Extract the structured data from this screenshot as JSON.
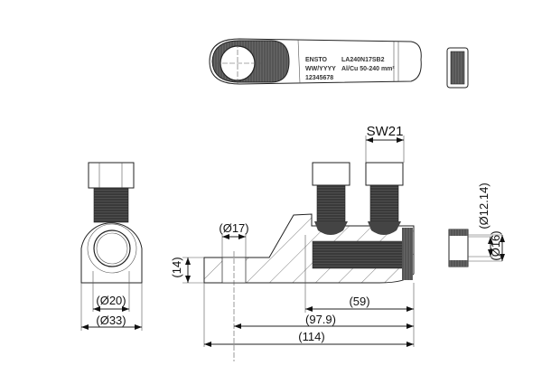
{
  "top_view": {
    "logo": "ENSTO",
    "part_number": "LA240N17SB2",
    "date_code": "WW/YYYY",
    "material_range": "Al/Cu 50-240 mm²",
    "serial": "12345678"
  },
  "dimensions": {
    "sw": "SW21",
    "bore": "(Ø17)",
    "height": "(14)",
    "inner_dia": "(Ø20)",
    "outer_dia": "(Ø33)",
    "length_thread": "(59)",
    "length_center": "(97.9)",
    "length_total": "(114)",
    "plug_inner": "(Ø12.14)",
    "plug_outer": "(Ø16)"
  }
}
